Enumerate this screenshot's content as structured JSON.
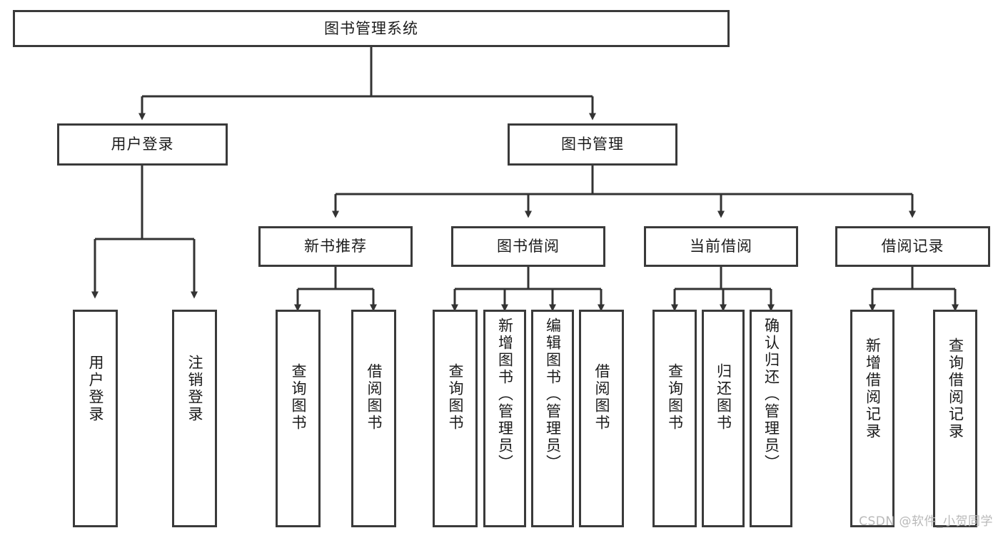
{
  "diagram": {
    "title": "图书管理系统",
    "type": "tree",
    "watermark": "CSDN @软件_小贺同学",
    "colors": {
      "box_border": "#3a3a3a",
      "box_fill": "#ffffff",
      "connector": "#333333",
      "text": "#1b1b1b",
      "watermark": "#b9b9b9"
    },
    "nodes": {
      "root": {
        "label": "图书管理系统"
      },
      "level2": [
        {
          "id": "user-login",
          "label": "用户登录"
        },
        {
          "id": "book-manage",
          "label": "图书管理"
        }
      ],
      "level3": [
        {
          "id": "new-book-rec",
          "label": "新书推荐"
        },
        {
          "id": "book-borrow",
          "label": "图书借阅"
        },
        {
          "id": "current-borrow",
          "label": "当前借阅"
        },
        {
          "id": "borrow-record",
          "label": "借阅记录"
        }
      ],
      "leaves": {
        "user-login": [
          {
            "id": "leaf-user-login",
            "label": "用户登录"
          },
          {
            "id": "leaf-logout",
            "label": "注销登录"
          }
        ],
        "new-book-rec": [
          {
            "id": "leaf-query-book-1",
            "label": "查询图书"
          },
          {
            "id": "leaf-borrow-book-1",
            "label": "借阅图书"
          }
        ],
        "book-borrow": [
          {
            "id": "leaf-query-book-2",
            "label": "查询图书"
          },
          {
            "id": "leaf-add-book",
            "label": "新增图书（管理员）"
          },
          {
            "id": "leaf-edit-book",
            "label": "编辑图书（管理员）"
          },
          {
            "id": "leaf-borrow-book-2",
            "label": "借阅图书"
          }
        ],
        "current-borrow": [
          {
            "id": "leaf-query-book-3",
            "label": "查询图书"
          },
          {
            "id": "leaf-return-book",
            "label": "归还图书"
          },
          {
            "id": "leaf-confirm-return",
            "label": "确认归还（管理员）"
          }
        ],
        "borrow-record": [
          {
            "id": "leaf-add-record",
            "label": "新增借阅记录"
          },
          {
            "id": "leaf-query-record",
            "label": "查询借阅记录"
          }
        ]
      }
    }
  }
}
